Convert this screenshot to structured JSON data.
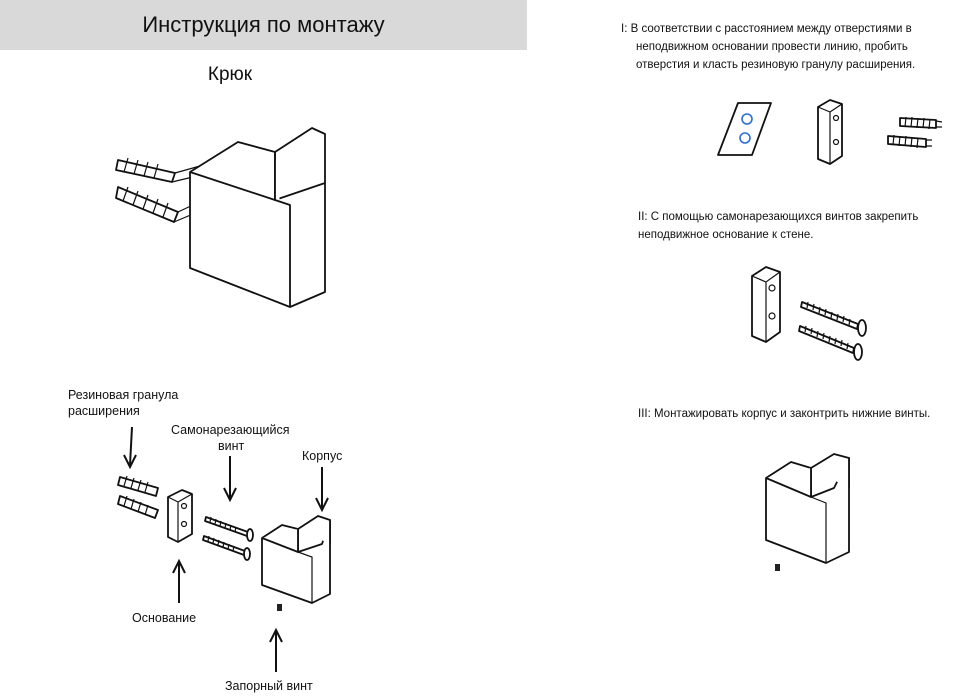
{
  "header": {
    "title": "Инструкция по монтажу",
    "subtitle": "Крюк"
  },
  "parts": {
    "anchor_label_1": "Резиновая гранула",
    "anchor_label_2": "расширения",
    "screw_label_1": "Самонарезающийся",
    "screw_label_2": "винт",
    "body_label": "Корпус",
    "base_label": "Основание",
    "lock_screw_label": "Запорный винт"
  },
  "steps": {
    "step1_line1": "I: В соответствии с расстоянием между отверстиями в",
    "step1_line2": "неподвижном основании провести линию, пробить",
    "step1_line3": "отверстия и класть резиновую гранулу расширения.",
    "step2_line1": "II: С помощью самонарезающихся винтов закрепить",
    "step2_line2": "неподвижное основание к стене.",
    "step3_line1": "III: Монтажировать корпус и законтрить нижние винты."
  },
  "colors": {
    "title_bar": "#d9d9d9",
    "hole_marks": "#2a6fd6"
  }
}
